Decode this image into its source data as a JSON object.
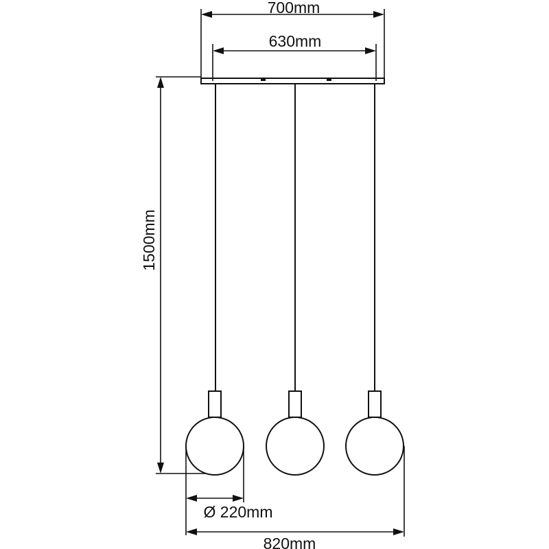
{
  "dimensions": {
    "canopy_outer_width": "700mm",
    "canopy_inner_width": "630mm",
    "drop_height": "1500mm",
    "globe_diameter": "Ø 220mm",
    "overall_width": "820mm"
  },
  "colors": {
    "line": "#111111",
    "background": "#ffffff"
  }
}
